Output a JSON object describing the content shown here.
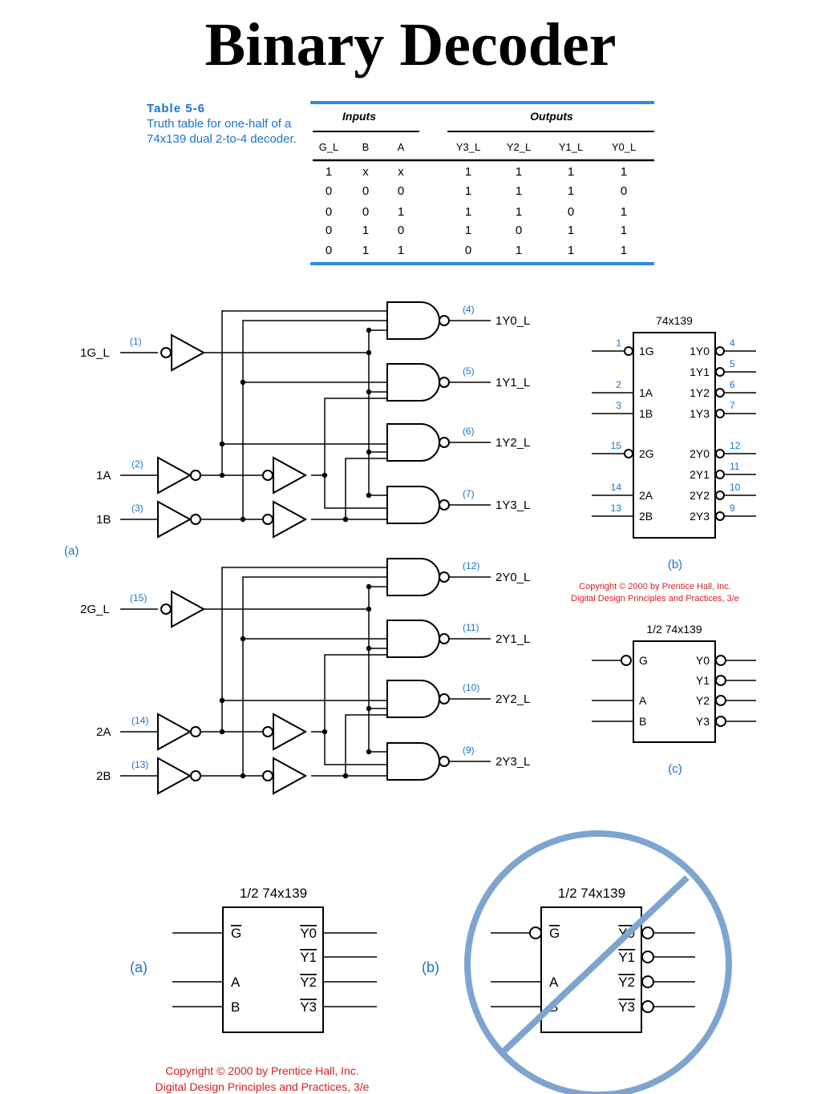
{
  "title": "Binary Decoder",
  "table": {
    "label": "Table 5-6",
    "caption": "Truth table for one-half of a 74x139 dual 2-to-4 decoder.",
    "group_inputs": "Inputs",
    "group_outputs": "Outputs",
    "headers": [
      "G_L",
      "B",
      "A",
      "Y3_L",
      "Y2_L",
      "Y1_L",
      "Y0_L"
    ],
    "rows": [
      [
        "1",
        "x",
        "x",
        "1",
        "1",
        "1",
        "1"
      ],
      [
        "0",
        "0",
        "0",
        "1",
        "1",
        "1",
        "0"
      ],
      [
        "0",
        "0",
        "1",
        "1",
        "1",
        "0",
        "1"
      ],
      [
        "0",
        "1",
        "0",
        "1",
        "0",
        "1",
        "1"
      ],
      [
        "0",
        "1",
        "1",
        "0",
        "1",
        "1",
        "1"
      ]
    ],
    "accent_color": "#2e8ae6"
  },
  "circuit": {
    "label_a": "(a)",
    "half1": {
      "g_input": "1G_L",
      "g_pin": "(1)",
      "a_input": "1A",
      "a_pin": "(2)",
      "b_input": "1B",
      "b_pin": "(3)",
      "outputs": [
        "1Y0_L",
        "1Y1_L",
        "1Y2_L",
        "1Y3_L"
      ],
      "output_pins": [
        "(4)",
        "(5)",
        "(6)",
        "(7)"
      ]
    },
    "half2": {
      "g_input": "2G_L",
      "g_pin": "(15)",
      "a_input": "2A",
      "a_pin": "(14)",
      "b_input": "2B",
      "b_pin": "(13)",
      "outputs": [
        "2Y0_L",
        "2Y1_L",
        "2Y2_L",
        "2Y3_L"
      ],
      "output_pins": [
        "(12)",
        "(11)",
        "(10)",
        "(9)"
      ]
    }
  },
  "chip_b": {
    "title": "74x139",
    "left_pins": [
      {
        "num": "1",
        "name": "1G"
      },
      {
        "num": "2",
        "name": "1A"
      },
      {
        "num": "3",
        "name": "1B"
      },
      {
        "num": "15",
        "name": "2G"
      },
      {
        "num": "14",
        "name": "2A"
      },
      {
        "num": "13",
        "name": "2B"
      }
    ],
    "right_pins": [
      {
        "num": "4",
        "name": "1Y0"
      },
      {
        "num": "5",
        "name": "1Y1"
      },
      {
        "num": "6",
        "name": "1Y2"
      },
      {
        "num": "7",
        "name": "1Y3"
      },
      {
        "num": "12",
        "name": "2Y0"
      },
      {
        "num": "11",
        "name": "2Y1"
      },
      {
        "num": "10",
        "name": "2Y2"
      },
      {
        "num": "9",
        "name": "2Y3"
      }
    ],
    "label": "(b)"
  },
  "copyright": {
    "line1": "Copyright © 2000 by Prentice Hall, Inc.",
    "line2": "Digital Design Principles and Practices, 3/e",
    "color": "#d62020"
  },
  "chip_c": {
    "title": "1/2 74x139",
    "inputs": [
      "G",
      "A",
      "B"
    ],
    "outputs": [
      "Y0",
      "Y1",
      "Y2",
      "Y3"
    ],
    "label": "(c)"
  },
  "bottom": {
    "title_a": "1/2 74x139",
    "title_b": "1/2 74x139",
    "label_a": "(a)",
    "label_b": "(b)",
    "inputs": [
      "G",
      "A",
      "B"
    ],
    "outputs": [
      "Y0",
      "Y1",
      "Y2",
      "Y3"
    ],
    "prohibit_color": "#7ea4d0"
  },
  "diagram_colors": {
    "wire": "#000000",
    "pin_label": "#1a73c9"
  }
}
